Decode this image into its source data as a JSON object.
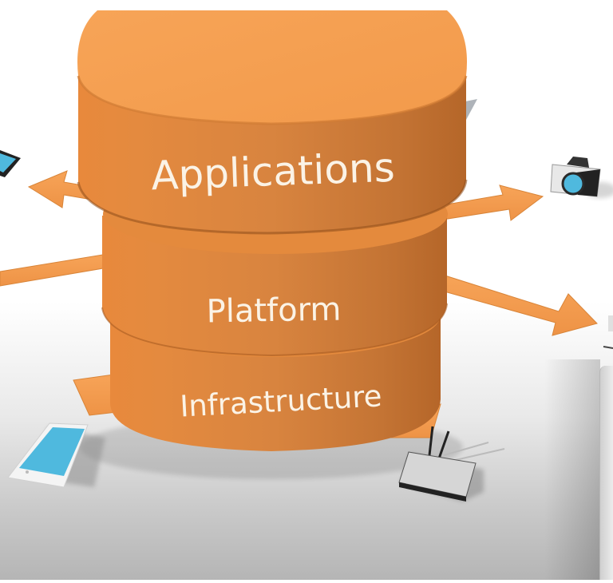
{
  "diagram": {
    "title": "Cloud computing stack",
    "layers": [
      {
        "label": "Applications"
      },
      {
        "label": "Platform"
      },
      {
        "label": "Infrastructure"
      }
    ],
    "devices": [
      {
        "name": "tablet",
        "position": "left-top"
      },
      {
        "name": "camera",
        "position": "right-top"
      },
      {
        "name": "monitor",
        "position": "right-middle"
      },
      {
        "name": "smartphone",
        "position": "bottom-left"
      },
      {
        "name": "wireless-router",
        "position": "bottom-right"
      },
      {
        "name": "laptop",
        "position": "top-right-behind"
      }
    ],
    "arrows": [
      {
        "from": "stack",
        "to": "tablet",
        "direction": "left-up"
      },
      {
        "from": "left-edge",
        "to": "stack",
        "direction": "right"
      },
      {
        "from": "stack",
        "to": "camera",
        "direction": "right-up"
      },
      {
        "from": "stack",
        "to": "monitor",
        "direction": "right-down"
      },
      {
        "from": "stack",
        "to": "smartphone",
        "direction": "down-left"
      },
      {
        "from": "stack",
        "to": "wireless-router",
        "direction": "down-right"
      }
    ],
    "colors": {
      "stack_orange": "#f59e4f",
      "stack_shadow": "#b9682a",
      "arrow_orange": "#f39a4c",
      "screen_blue": "#4fb9de",
      "label_text": "#fbf3e6"
    }
  }
}
